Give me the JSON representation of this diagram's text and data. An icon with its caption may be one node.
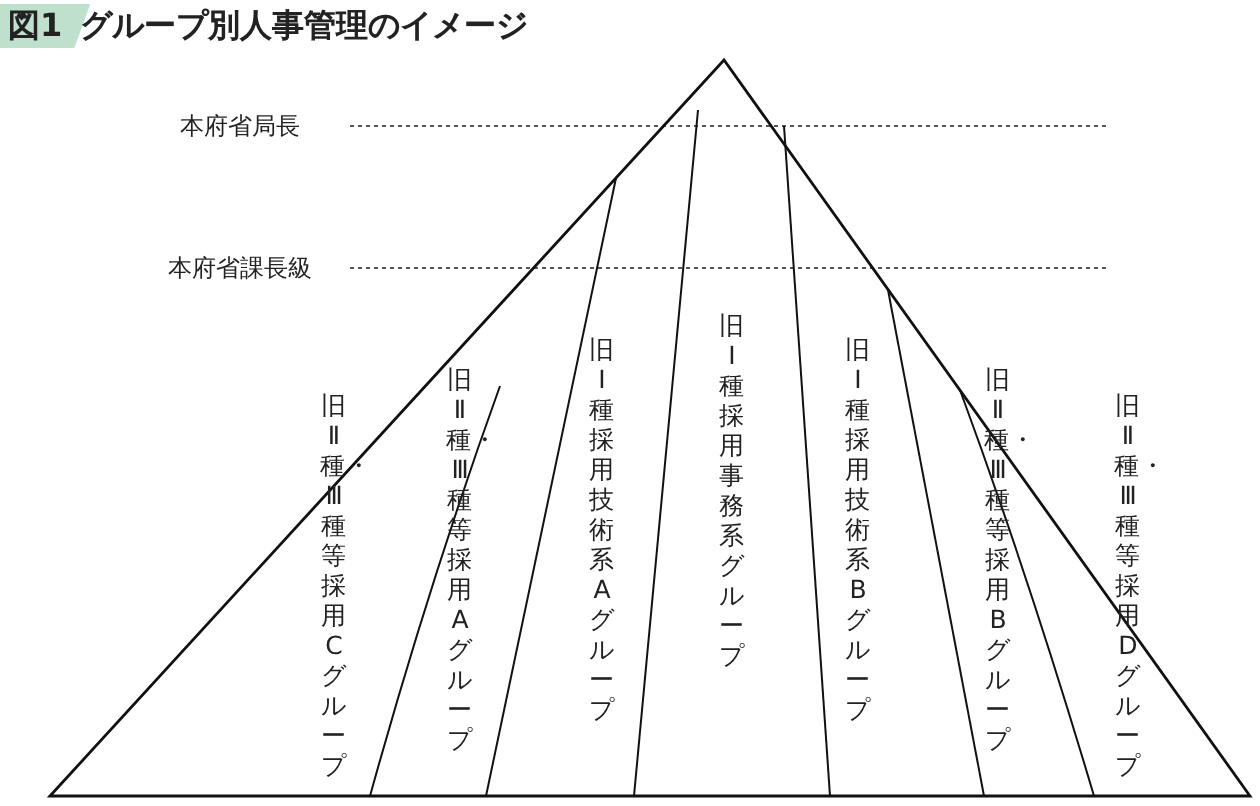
{
  "diagram": {
    "title": "グループ別人事管理のイメージ",
    "nodes": [
      {
        "text": [
          "旧Ⅱ種・Ⅲ種等採用Cグループ"
        ]
      },
      {
        "text": [
          "旧Ⅱ種・Ⅲ種等採用Aグループ"
        ]
      },
      {
        "text": [
          "旧Ⅰ種採用技術系Aグループ"
        ]
      },
      {
        "text": [
          "旧Ⅰ種採用事務系グループ"
        ]
      },
      {
        "text": [
          "旧Ⅰ種採用技術系Bグループ"
        ]
      },
      {
        "text": [
          "旧Ⅱ種・Ⅲ種等採用Bグループ"
        ]
      },
      {
        "text": [
          "旧Ⅱ種・Ⅲ種等採用Dグループ"
        ]
      }
    ],
    "edges": [],
    "labels": [
      "図1",
      "本府省局長",
      "本府省課長級"
    ]
  }
}
